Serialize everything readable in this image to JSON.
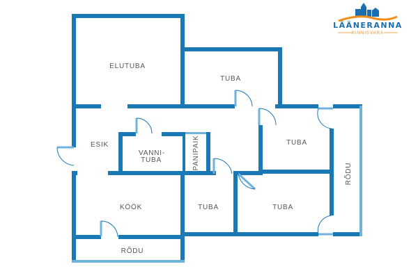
{
  "logo": {
    "name": "LÄÄNERANNA",
    "tagline": "KINNISVARA"
  },
  "colors": {
    "wall": "#1a78b4",
    "wall_light": "#6fb3dc",
    "label": "#555555",
    "logo_orange": "#f28c1a"
  },
  "rooms": {
    "elutuba": "ELUTUBA",
    "tuba_top": "TUBA",
    "esik": "ESIK",
    "vannituba_1": "VANNI-",
    "vannituba_2": "TUBA",
    "panipaik": "PANIPAIK",
    "tuba_right": "TUBA",
    "rodu_right": "RÕDU",
    "kook": "KÖÖK",
    "tuba_mid": "TUBA",
    "tuba_bottom_right": "TUBA",
    "rodu_bottom": "RÕDU"
  }
}
